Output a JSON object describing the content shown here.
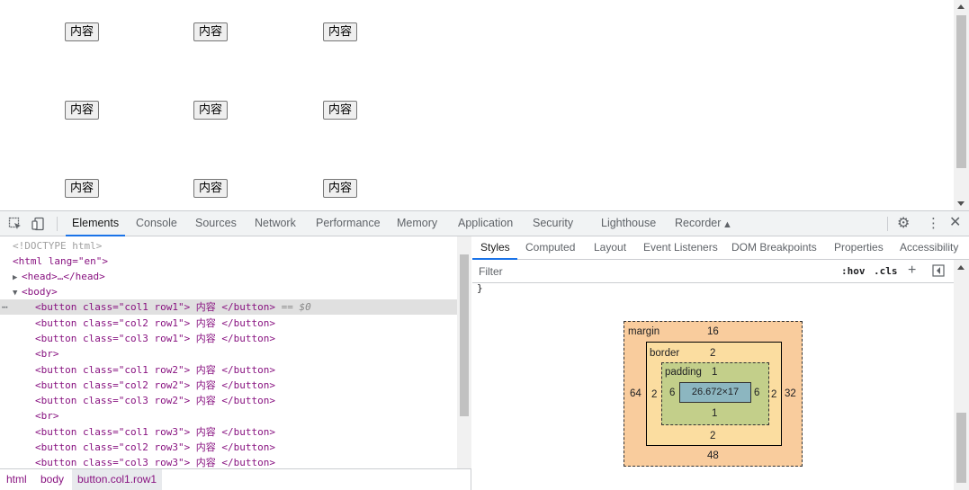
{
  "page": {
    "buttons": [
      {
        "row": 1,
        "col": 1,
        "label": "内容"
      },
      {
        "row": 1,
        "col": 2,
        "label": "内容"
      },
      {
        "row": 1,
        "col": 3,
        "label": "内容"
      },
      {
        "row": 2,
        "col": 1,
        "label": "内容"
      },
      {
        "row": 2,
        "col": 2,
        "label": "内容"
      },
      {
        "row": 2,
        "col": 3,
        "label": "内容"
      },
      {
        "row": 3,
        "col": 1,
        "label": "内容"
      },
      {
        "row": 3,
        "col": 2,
        "label": "内容"
      },
      {
        "row": 3,
        "col": 3,
        "label": "内容"
      }
    ]
  },
  "devtools": {
    "tabs": [
      "Elements",
      "Console",
      "Sources",
      "Network",
      "Performance",
      "Memory",
      "Application",
      "Security",
      "Lighthouse",
      "Recorder"
    ],
    "active_tab": "Elements",
    "dom": [
      "<!DOCTYPE html>",
      "<html lang=\"en\">",
      "<head>…</head>",
      "<body>",
      "<button class=\"col1 row1\"> 内容 </button>",
      "<button class=\"col2 row1\"> 内容 </button>",
      "<button class=\"col3 row1\"> 内容 </button>",
      "<br>",
      "<button class=\"col1 row2\"> 内容 </button>",
      "<button class=\"col2 row2\"> 内容 </button>",
      "<button class=\"col3 row2\"> 内容 </button>",
      "<br>",
      "<button class=\"col1 row3\"> 内容 </button>",
      "<button class=\"col2 row3\"> 内容 </button>",
      "<button class=\"col3 row3\"> 内容 </button>"
    ],
    "selected_marker": "== $0",
    "breadcrumbs": [
      "html",
      "body",
      "button.col1.row1"
    ],
    "style_tabs": [
      "Styles",
      "Computed",
      "Layout",
      "Event Listeners",
      "DOM Breakpoints",
      "Properties",
      "Accessibility"
    ],
    "active_style_tab": "Styles",
    "filter_placeholder": "Filter",
    "hov_label": ":hov",
    "cls_label": ".cls",
    "rule_tail": "}",
    "box_model": {
      "margin_label": "margin",
      "margin": {
        "top": "16",
        "right": "32",
        "bottom": "48",
        "left": "64"
      },
      "border_label": "border",
      "border": {
        "top": "2",
        "right": "2",
        "bottom": "2",
        "left": "2"
      },
      "padding_label": "padding",
      "padding": {
        "top": "1",
        "right": "6",
        "bottom": "1",
        "left": "6"
      },
      "content": "26.672×17"
    },
    "colors": {
      "accent": "#1a73e8",
      "margin": "#f9cc9d",
      "border": "#fbdda0",
      "padding": "#c3cf8a",
      "content": "#8cb6c0"
    }
  }
}
